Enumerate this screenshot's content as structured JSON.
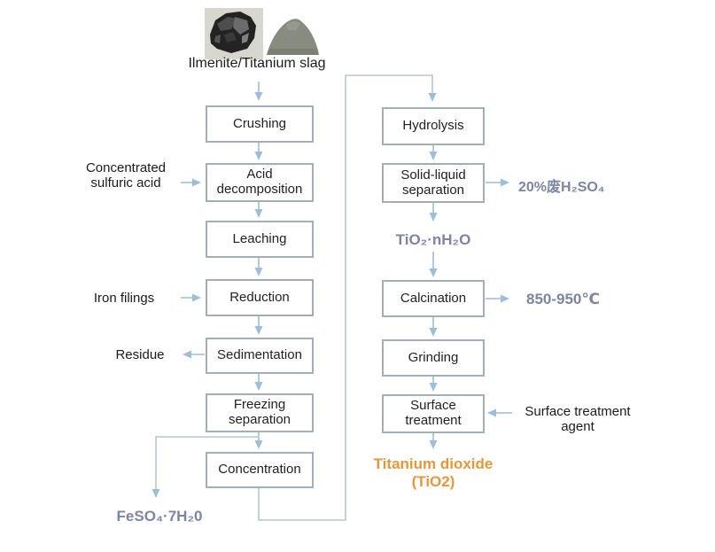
{
  "diagram": {
    "feedstock_label": "Ilmenite/Titanium slag",
    "sulfuric_route_steps": [
      "Crushing",
      "Acid decomposition",
      "Leaching",
      "Reduction",
      "Sedimentation",
      "Freezing separation",
      "Concentration"
    ],
    "finishing_route_steps": [
      "Hydrolysis",
      "Solid-liquid separation",
      "Calcination",
      "Grinding",
      "Surface treatment"
    ],
    "inputs": {
      "concentrated_sulfuric_acid": "Concentrated sulfuric acid",
      "iron_filings": "Iron filings",
      "surface_treatment_agent": "Surface treatment agent"
    },
    "outputs": {
      "residue": "Residue",
      "ferrous_sulfate": "FeSO₄·7H₂0",
      "waste_acid": "20%废H₂SO₄",
      "metatitanic_acid": "TiO₂·nH₂O",
      "calcination_temperature": "850-950℃",
      "product_name": "Titanium dioxide",
      "product_formula": "(TiO2)"
    },
    "colors": {
      "arrow_blue": "#a9c4da",
      "connector_gray_blue": "#b6c5d1",
      "box_border": "#a3afb8",
      "chemical_text": "#7d84a6",
      "product_orange": "#e6963b"
    }
  }
}
